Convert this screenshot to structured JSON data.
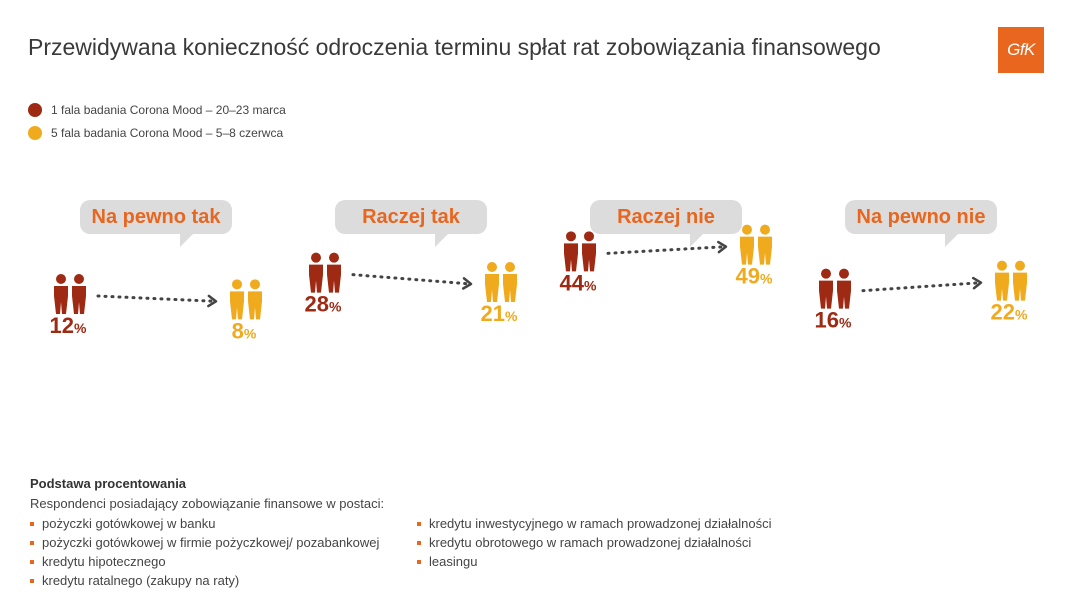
{
  "title": "Przewidywana konieczność odroczenia terminu spłat rat zobowiązania finansowego",
  "logo_text": "GfK",
  "legend": [
    {
      "label": "1 fala badania Corona Mood – 20–23 marca",
      "color": "#9e2a14"
    },
    {
      "label": "5 fala badania Corona Mood – 5–8 czerwca",
      "color": "#f0aa1e"
    }
  ],
  "colors": {
    "bubble_bg": "#dcdcdc",
    "category_text": "#e8661e",
    "arrow": "#444444"
  },
  "chart_data": {
    "type": "pictogram",
    "categories": [
      "Na pewno tak",
      "Raczej tak",
      "Raczej nie",
      "Na pewno nie"
    ],
    "series": [
      {
        "name": "1 fala badania Corona Mood – 20–23 marca",
        "values": [
          12,
          28,
          44,
          16
        ]
      },
      {
        "name": "5 fala badania Corona Mood – 5–8 czerwca",
        "values": [
          8,
          21,
          49,
          22
        ]
      }
    ],
    "unit": "%"
  },
  "base": {
    "title": "Podstawa procentowania",
    "description": "Respondenci posiadający zobowiązanie finansowe w postaci:",
    "col1": [
      "pożyczki gotówkowej w banku",
      "pożyczki gotówkowej w firmie pożyczkowej/ pozabankowej",
      "kredytu hipotecznego",
      "kredytu ratalnego (zakupy na raty)"
    ],
    "col2": [
      "kredytu inwestycyjnego w ramach prowadzonej działalności",
      "kredytu obrotowego w ramach prowadzonej działalności",
      "leasingu"
    ]
  }
}
